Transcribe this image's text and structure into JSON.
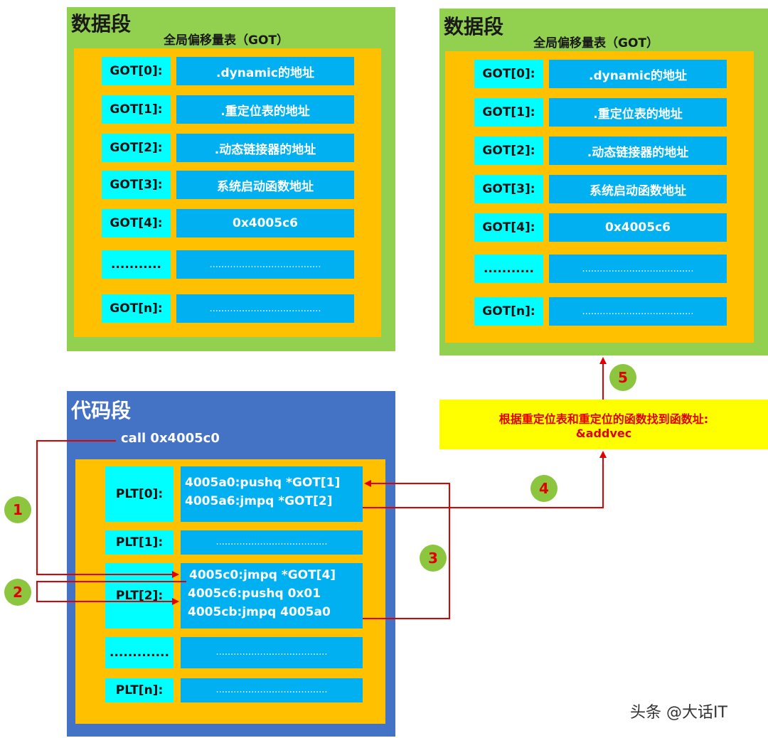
{
  "left_data": {
    "title": "数据段",
    "subtitle": "全局偏移量表（GOT）",
    "rows": [
      {
        "label": "GOT[0]:",
        "value": ".dynamic的地址"
      },
      {
        "label": "GOT[1]:",
        "value": ".重定位表的地址"
      },
      {
        "label": "GOT[2]:",
        "value": ".动态链接器的地址"
      },
      {
        "label": "GOT[3]:",
        "value": "系统启动函数地址"
      },
      {
        "label": "GOT[4]:",
        "value": "0x4005c6"
      },
      {
        "label": "...........",
        "value": "......................................"
      },
      {
        "label": "GOT[n]:",
        "value": "......................................"
      }
    ]
  },
  "right_data": {
    "title": "数据段",
    "subtitle": "全局偏移量表（GOT）",
    "rows": [
      {
        "label": "GOT[0]:",
        "value": ".dynamic的地址"
      },
      {
        "label": "GOT[1]:",
        "value": ".重定位表的地址"
      },
      {
        "label": "GOT[2]:",
        "value": ".动态链接器的地址"
      },
      {
        "label": "GOT[3]:",
        "value": "系统启动函数地址"
      },
      {
        "label": "GOT[4]:",
        "value": "0x4005c6"
      },
      {
        "label": "...........",
        "value": "......................................"
      },
      {
        "label": "GOT[n]:",
        "value": "......................................"
      }
    ]
  },
  "code": {
    "title": "代码段",
    "call": "call 0x4005c0",
    "plt": [
      {
        "label": "PLT[0]:",
        "lines": [
          "4005a0:pushq *GOT[1]",
          "4005a6:jmpq *GOT[2]"
        ]
      },
      {
        "label": "PLT[1]:",
        "lines": [
          "......................................"
        ]
      },
      {
        "label": "PLT[2]:",
        "lines": [
          "4005c0:jmpq *GOT[4]",
          "4005c6:pushq 0x01",
          "4005cb:jmpq 4005a0"
        ]
      },
      {
        "label": ".............",
        "lines": [
          "......................................"
        ]
      },
      {
        "label": "PLT[n]:",
        "lines": [
          "......................................"
        ]
      }
    ]
  },
  "note": {
    "line1": "根据重定位表和重定位的函数找到函数址:",
    "line2": "&addvec"
  },
  "steps": [
    "1",
    "2",
    "3",
    "4",
    "5"
  ],
  "watermark": "头条 @大话IT",
  "colors": {
    "outer_green": "#92d050",
    "inner_orange": "#ffc000",
    "code_blue": "#4472c4",
    "label_cyan": "#00ffff",
    "value_blue": "#00b0f0",
    "arrow_red": "#e00000",
    "note_yellow": "#ffff00"
  }
}
